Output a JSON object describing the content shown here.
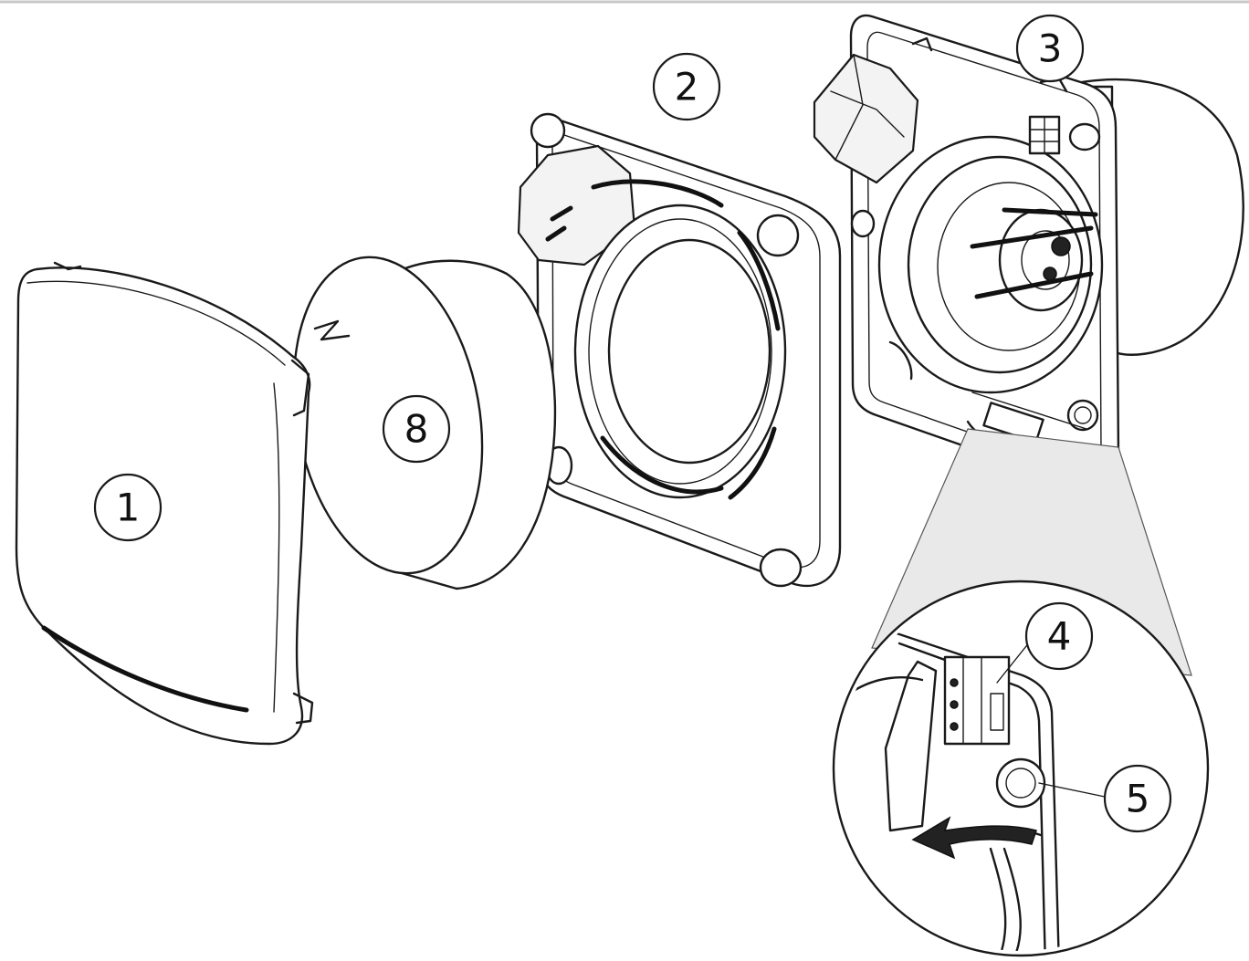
{
  "callouts": {
    "c1": "1",
    "c2": "2",
    "c3": "3",
    "c4": "4",
    "c5": "5",
    "c8": "8"
  },
  "colors": {
    "line": "#1a1a1a",
    "background": "#ffffff",
    "detail_shade": "#e9e9e9"
  }
}
